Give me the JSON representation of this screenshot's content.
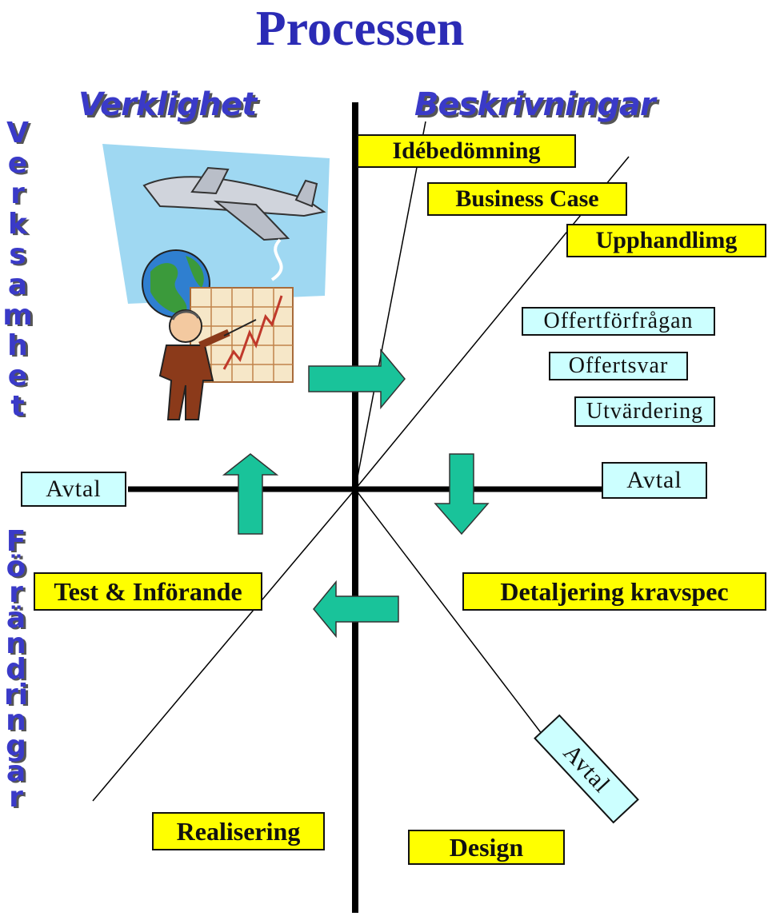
{
  "title": "Processen",
  "headings": {
    "left": "Verklighet",
    "right": "Beskrivningar",
    "side_top": "Verksamhet",
    "side_bottom": "Förändringar"
  },
  "boxes": {
    "idebedomning": "Idébedömning",
    "business_case": "Business Case",
    "upphandling": "Upphandlimg",
    "offertforfragan": "Offertförfrågan",
    "offertsvar": "Offertsvar",
    "utvardering": "Utvärdering",
    "avtal_left": "Avtal",
    "avtal_right": "Avtal",
    "test_inforande": "Test & Införande",
    "detaljering": "Detaljering kravspec",
    "avtal_diag": "Avtal",
    "realisering": "Realisering",
    "design": "Design"
  },
  "colors": {
    "title": "#2b2bb5",
    "box_yellow": "#ffff00",
    "box_cyan": "#ccffff",
    "arrow": "#19c39a"
  }
}
